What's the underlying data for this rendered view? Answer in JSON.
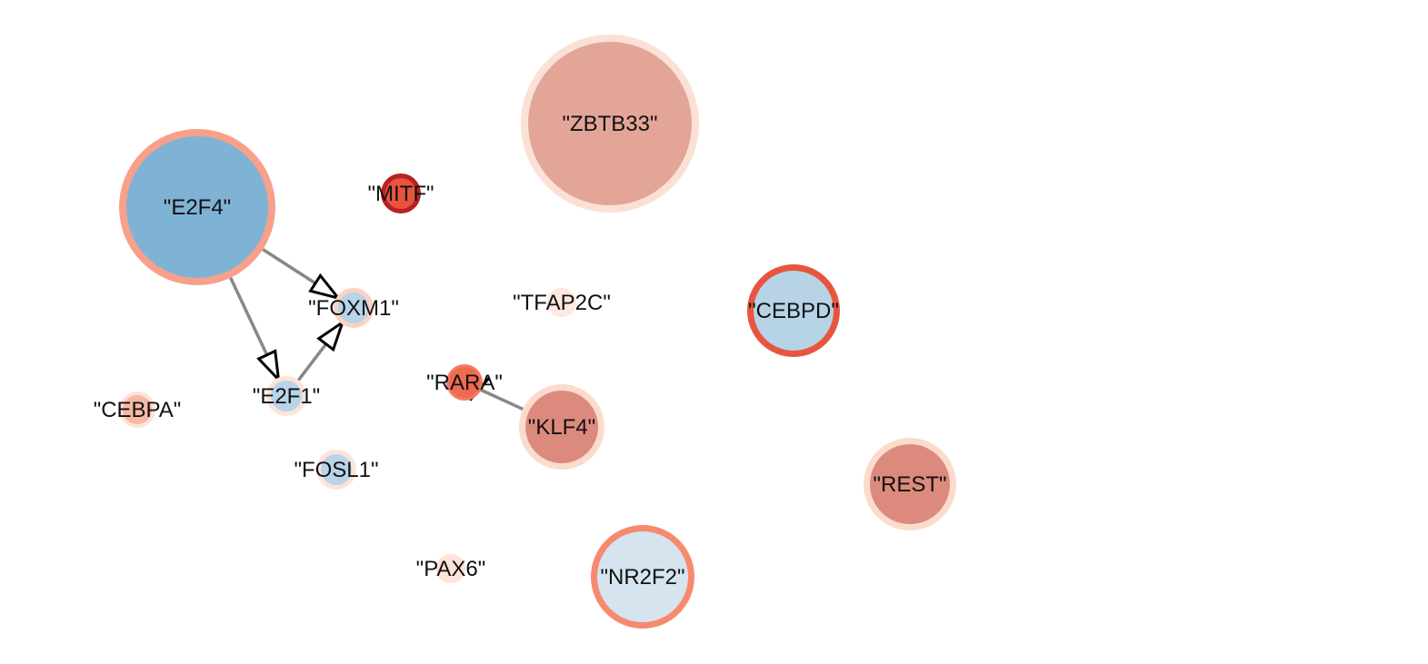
{
  "nodes": [
    {
      "id": "ZBTB33",
      "label": "\"ZBTB33\"",
      "fill": "#e3a598",
      "ring": "#fbe1d5"
    },
    {
      "id": "E2F4",
      "label": "\"E2F4\"",
      "fill": "#7fb3d5",
      "ring": "#f7a08a"
    },
    {
      "id": "MITF",
      "label": "\"MITF\"",
      "fill": "#e8533c",
      "ring": "#b82025"
    },
    {
      "id": "FOXM1",
      "label": "\"FOXM1\"",
      "fill": "#b7d4e8",
      "ring": "#fbd2c2"
    },
    {
      "id": "TFAP2C",
      "label": "\"TFAP2C\"",
      "fill": "#fde9e0",
      "ring": "#fde9e0"
    },
    {
      "id": "CEBPD",
      "label": "\"CEBPD\"",
      "fill": "#b7d4e6",
      "ring": "#e8553f"
    },
    {
      "id": "RARA",
      "label": "\"RARA\"",
      "fill": "#ee6a50",
      "ring": "#f37b5f"
    },
    {
      "id": "KLF4",
      "label": "\"KLF4\"",
      "fill": "#dd8a7e",
      "ring": "#fbdccc"
    },
    {
      "id": "E2F1",
      "label": "\"E2F1\"",
      "fill": "#b7d4e8",
      "ring": "#fde3d8"
    },
    {
      "id": "CEBPA",
      "label": "\"CEBPA\"",
      "fill": "#f7b8a5",
      "ring": "#fde3d8"
    },
    {
      "id": "FOSL1",
      "label": "\"FOSL1\"",
      "fill": "#b7d4e8",
      "ring": "#fde3d8"
    },
    {
      "id": "REST",
      "label": "\"REST\"",
      "fill": "#dc8a7e",
      "ring": "#fbdccc"
    },
    {
      "id": "PAX6",
      "label": "\"PAX6\"",
      "fill": "#fde3d8",
      "ring": "#fde3d8"
    },
    {
      "id": "NR2F2",
      "label": "\"NR2F2\"",
      "fill": "#d5e4ee",
      "ring": "#f78a6e"
    }
  ],
  "edges": [
    {
      "source": "E2F4",
      "target": "FOXM1",
      "type": "activation"
    },
    {
      "source": "E2F4",
      "target": "E2F1",
      "type": "activation"
    },
    {
      "source": "E2F1",
      "target": "FOXM1",
      "type": "activation"
    },
    {
      "source": "KLF4",
      "target": "RARA",
      "type": "inhibition"
    }
  ],
  "colors": {
    "edge": "#888888",
    "arrow_stroke": "#000000",
    "arrow_fill": "#ffffff",
    "label": "#111111"
  }
}
